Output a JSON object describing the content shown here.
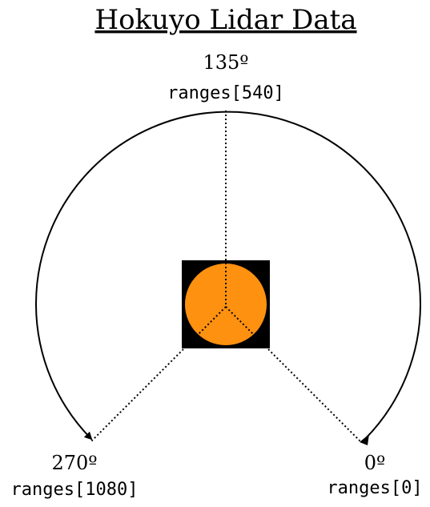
{
  "title": "Hokuyo Lidar Data",
  "labels": {
    "top_angle": "135º",
    "top_index": "ranges[540]",
    "left_angle": "270º",
    "left_index": "ranges[1080]",
    "right_angle": "0º",
    "right_index": "ranges[0]"
  },
  "colors": {
    "sensor_body": "#000000",
    "sensor_lens": "#FF9111",
    "line": "#000000"
  }
}
